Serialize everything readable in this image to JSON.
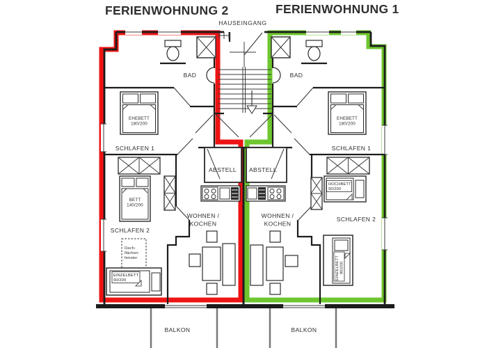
{
  "header": {
    "apartment2_title": "FERIENWOHNUNG 2",
    "apartment1_title": "FERIENWOHNUNG 1",
    "entrance_label": "HAUSEINGANG"
  },
  "colors": {
    "apartment2_outline": "#ee1414",
    "apartment1_outline": "#6ec62f",
    "apartment2_title": "#a32836",
    "apartment1_title": "#79c94a"
  },
  "apartment2": {
    "bad_label": "BAD",
    "schlafen1_label": "SCHLAFEN 1",
    "ehebett_label": "EHEBETT",
    "ehebett_size": "180/200",
    "schlafen2_label": "SCHLAFEN 2",
    "bett_label": "BETT",
    "bett_size": "140/200",
    "abstell_label": "ABSTELL",
    "wohnen_line1": "WOHNEN /",
    "wohnen_line2": "KOCHEN",
    "dachfenster_line1": "Dach-",
    "dachfenster_line2": "flächen-",
    "dachfenster_line3": "fenster",
    "einzelbett_label": "EINZELBETT",
    "einzelbett_size": "90/200",
    "balkon_label": "BALKON"
  },
  "apartment1": {
    "bad_label": "BAD",
    "schlafen1_label": "SCHLAFEN 1",
    "ehebett_label": "EHEBETT",
    "ehebett_size": "180/200",
    "schlafen2_label": "SCHLAFEN 2",
    "hochbett_label": "HOCHBETT",
    "hochbett_size": "90/200",
    "abstell_label": "ABSTELL",
    "wohnen_line1": "WOHNEN /",
    "wohnen_line2": "KOCHEN",
    "einzelbett_label": "EINZELBETT",
    "einzelbett_size": "90/200",
    "balkon_label": "BALKON"
  }
}
